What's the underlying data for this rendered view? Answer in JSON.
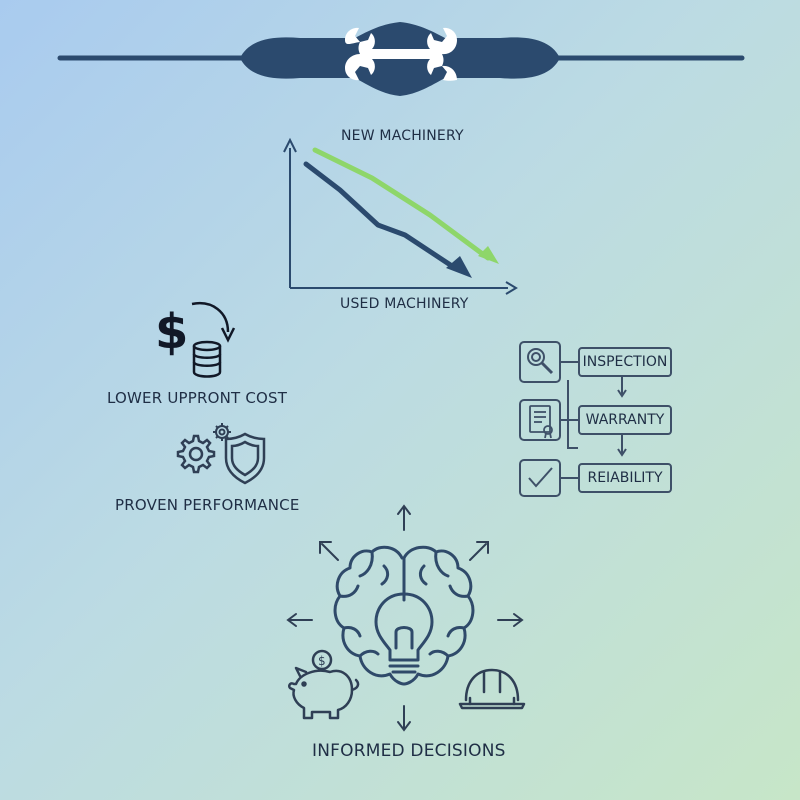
{
  "colors": {
    "navy": "#2b4a6e",
    "green": "#8ed66a",
    "dark": "#1f2e45",
    "outline": "#3e5068"
  },
  "icons": [
    "wrench-icon",
    "dollar-icon",
    "coin-stack-icon",
    "gear-icon",
    "shield-icon",
    "magnifier-icon",
    "certificate-icon",
    "checkmark-icon",
    "brain-icon",
    "lightbulb-icon",
    "piggy-bank-icon",
    "hard-hat-icon",
    "arrow-icon"
  ],
  "chart": {
    "top_label": "NEW MACHINERY",
    "bottom_label": "USED MACHINERY"
  },
  "benefits": {
    "cost_label": "LOWER UPPRONT COST",
    "performance_label": "PROVEN PERFORMANCE"
  },
  "checklist": {
    "items": [
      "INSPECTION",
      "WARRANTY",
      "REIABILITY"
    ]
  },
  "footer": {
    "title": "INFORMED DECISIONS"
  }
}
